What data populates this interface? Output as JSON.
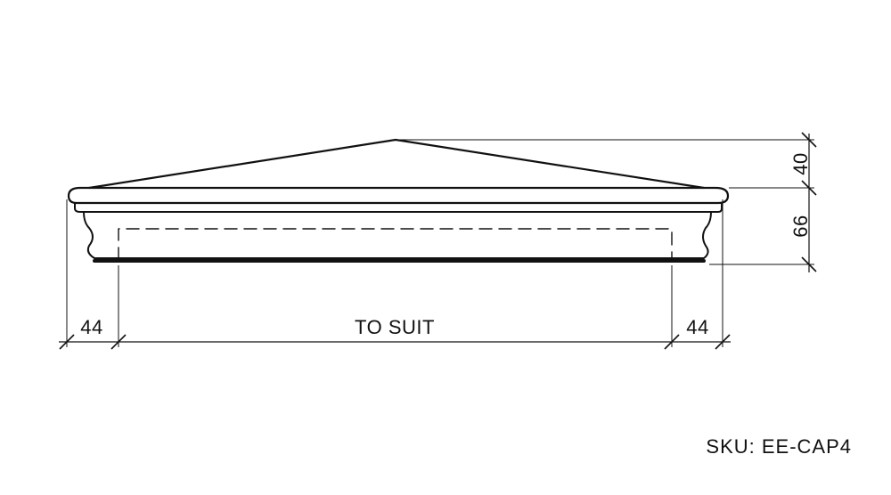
{
  "drawing": {
    "dimensions": {
      "left_overhang": "44",
      "span": "TO SUIT",
      "right_overhang": "44",
      "cap_height": "40",
      "base_height": "66"
    }
  },
  "footer": {
    "sku": "SKU: EE-CAP4"
  },
  "colors": {
    "line": "#111111",
    "background": "#ffffff"
  }
}
